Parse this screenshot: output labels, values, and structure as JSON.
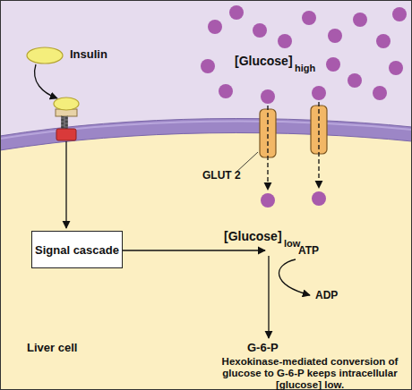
{
  "diagram": {
    "nodes": [
      {
        "text": [
          "Signal cascade"
        ]
      }
    ],
    "labels": [
      "Insulin",
      "[Glucose]",
      "high",
      "GLUT 2",
      "[Glucose]",
      "low",
      "ATP",
      "ADP",
      "G-6-P",
      "Liver cell",
      "Hexokinase-mediated conversion of glucose to G-6-P keeps intracellular [glucose] low."
    ]
  }
}
